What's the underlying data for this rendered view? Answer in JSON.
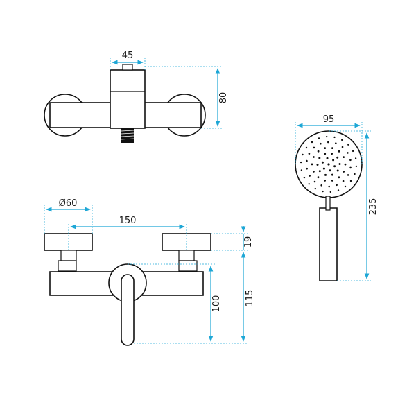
{
  "colors": {
    "dimension": "#1ea7d6",
    "outline": "#111111",
    "background": "#ffffff"
  },
  "dimensions": {
    "top_body_width": "45",
    "top_height": "80",
    "diameter": "Ø60",
    "spacing": "150",
    "flange_height": "19",
    "body_height": "100",
    "total_height": "115",
    "handshower_width": "95",
    "handshower_length": "235"
  }
}
